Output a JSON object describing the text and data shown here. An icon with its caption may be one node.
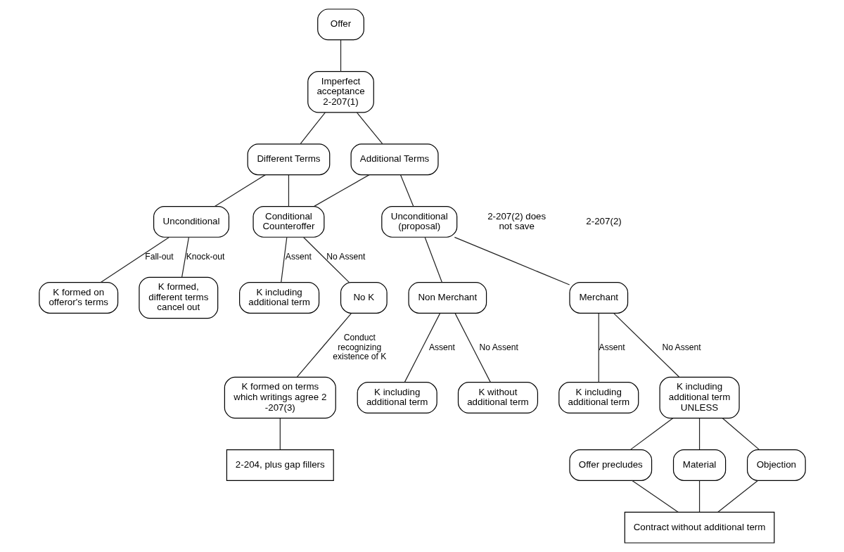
{
  "diagram": {
    "nodes": [
      {
        "text": [
          "Offer"
        ]
      },
      {
        "text": [
          "Imperfect acceptance 2-207(1)"
        ]
      },
      {
        "text": [
          "Different Terms"
        ]
      },
      {
        "text": [
          "Additional Terms"
        ]
      },
      {
        "text": [
          "Unconditional"
        ]
      },
      {
        "text": [
          "Conditional Counteroffer"
        ]
      },
      {
        "text": [
          "Unconditional (proposal)"
        ]
      },
      {
        "text": [
          "K formed on offeror's terms"
        ]
      },
      {
        "text": [
          "K formed, different terms cancel out"
        ]
      },
      {
        "text": [
          "K including additional term"
        ]
      },
      {
        "text": [
          "No K"
        ]
      },
      {
        "text": [
          "Non Merchant"
        ]
      },
      {
        "text": [
          "Merchant"
        ]
      },
      {
        "text": [
          "K including additional term"
        ]
      },
      {
        "text": [
          "K without additional term"
        ]
      },
      {
        "text": [
          "K including additional term"
        ]
      },
      {
        "text": [
          "K including additional term UNLESS"
        ]
      },
      {
        "text": [
          "K formed on terms which writings agree 2 -207(3)"
        ]
      },
      {
        "text": [
          "Offer precludes"
        ]
      },
      {
        "text": [
          "Material"
        ]
      },
      {
        "text": [
          "Objection"
        ]
      },
      {
        "text": [
          "Contract without additional term"
        ]
      },
      {
        "text": [
          "2-204, plus gap fillers"
        ]
      }
    ],
    "edges": [
      {
        "from": 0,
        "to": 1,
        "arrow": "none"
      },
      {
        "from": 1,
        "to": 2,
        "arrow": "none"
      },
      {
        "from": 1,
        "to": 3,
        "arrow": "none"
      },
      {
        "from": 2,
        "to": 4,
        "arrow": "none"
      },
      {
        "from": 2,
        "to": 5,
        "arrow": "none"
      },
      {
        "from": 5,
        "to": 3,
        "arrow": "none"
      },
      {
        "from": 3,
        "to": 6,
        "arrow": "none"
      },
      {
        "from": 4,
        "to": 7,
        "arrow": "none",
        "label": "Fall-out"
      },
      {
        "from": 4,
        "to": 8,
        "arrow": "none",
        "label": "Knock-out"
      },
      {
        "from": 5,
        "to": 9,
        "arrow": "none",
        "label": "Assent"
      },
      {
        "from": 5,
        "to": 10,
        "arrow": "none",
        "label": "No Assent"
      },
      {
        "from": 10,
        "to": 17,
        "arrow": "none",
        "label": "Conduct recognizing existence of K"
      },
      {
        "from": 17,
        "to": 22,
        "arrow": "none"
      },
      {
        "from": 6,
        "to": 11,
        "arrow": "none"
      },
      {
        "from": 6,
        "to": 12,
        "arrow": "none"
      },
      {
        "from": 11,
        "to": 13,
        "arrow": "none",
        "label": "Assent"
      },
      {
        "from": 11,
        "to": 14,
        "arrow": "none",
        "label": "No Assent"
      },
      {
        "from": 12,
        "to": 15,
        "arrow": "none",
        "label": "Assent"
      },
      {
        "from": 12,
        "to": 16,
        "arrow": "none",
        "label": "No Assent"
      },
      {
        "from": 16,
        "to": 18,
        "arrow": "none"
      },
      {
        "from": 16,
        "to": 19,
        "arrow": "none"
      },
      {
        "from": 16,
        "to": 20,
        "arrow": "none"
      },
      {
        "from": 18,
        "to": 21,
        "arrow": "none"
      },
      {
        "from": 19,
        "to": 21,
        "arrow": "none"
      },
      {
        "from": 20,
        "to": 21,
        "arrow": "none"
      }
    ],
    "labels": [
      "2-207(2) does not save",
      "2-207(2)"
    ]
  }
}
